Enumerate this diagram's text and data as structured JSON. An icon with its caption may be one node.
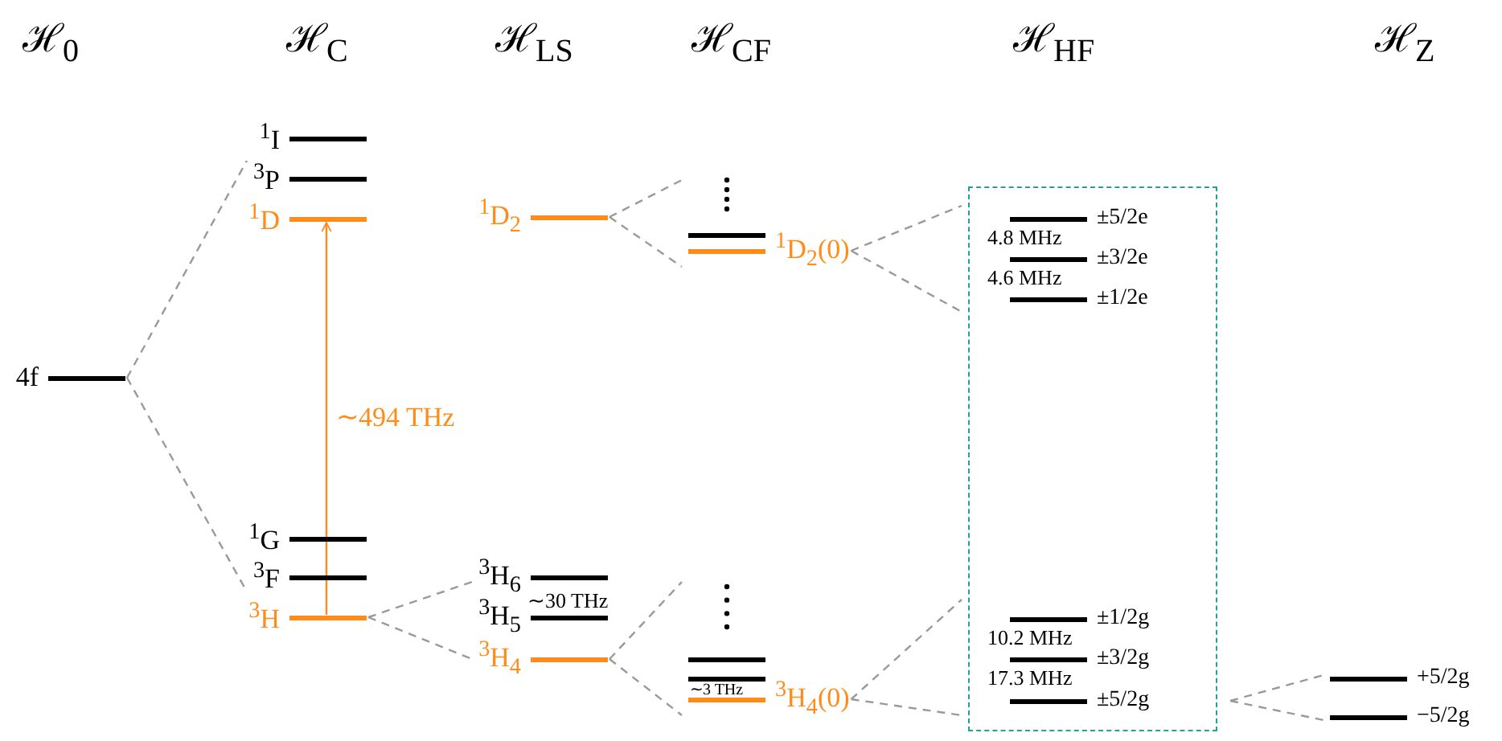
{
  "diagram": {
    "nodes": [
      {
        "text": [
          "4f"
        ]
      },
      {
        "text": [
          "$^{1}$I"
        ]
      },
      {
        "text": [
          "$^{3}$P"
        ]
      },
      {
        "text": [
          "$^{1}$D"
        ]
      },
      {
        "text": [
          "$^{1}$G"
        ]
      },
      {
        "text": [
          "$^{3}$F"
        ]
      },
      {
        "text": [
          "$^{3}$H"
        ]
      },
      {
        "text": [
          "$^{1}$D$_{2}$"
        ]
      },
      {
        "text": [
          "$^{3}$H$_{6}$"
        ]
      },
      {
        "text": [
          "$^{3}$H$_{5}$"
        ]
      },
      {
        "text": [
          "$^{3}$H$_{4}$"
        ]
      },
      {
        "text": [],
        "shape": "bar"
      },
      {
        "text": [
          "$^{1}$D$_{2}$(0)"
        ]
      },
      {
        "text": [],
        "shape": "bar"
      },
      {
        "text": [],
        "shape": "bar"
      },
      {
        "text": [
          "$^{3}$H$_{4}$(0)"
        ]
      },
      {
        "text": [],
        "shape": "box"
      },
      {
        "text": [
          "±5/2e"
        ],
        "in": 16
      },
      {
        "text": [
          "±3/2e"
        ],
        "in": 16
      },
      {
        "text": [
          "±1/2e"
        ],
        "in": 16
      },
      {
        "text": [
          "±1/2g"
        ],
        "in": 16
      },
      {
        "text": [
          "±3/2g"
        ],
        "in": 16
      },
      {
        "text": [
          "±5/2g"
        ],
        "in": 16
      },
      {
        "text": [
          "+5/2g"
        ]
      },
      {
        "text": [
          "−5/2g"
        ]
      }
    ],
    "edges": [
      {
        "from": 0,
        "to": 2,
        "arrow": "none",
        "style": "dashed"
      },
      {
        "from": 0,
        "to": 5,
        "arrow": "none",
        "style": "dashed"
      },
      {
        "from": 6,
        "to": 3,
        "arrow": "to",
        "label": "∼494 THz",
        "color": "#ff8c1a"
      },
      {
        "from": 6,
        "to": 8,
        "arrow": "none",
        "style": "dashed"
      },
      {
        "from": 6,
        "to": 10,
        "arrow": "none",
        "style": "dashed"
      },
      {
        "from": 7,
        "to": 11,
        "arrow": "none",
        "style": "dashed"
      },
      {
        "from": 7,
        "to": 12,
        "arrow": "none",
        "style": "dashed"
      },
      {
        "from": 10,
        "to": 13,
        "arrow": "none",
        "style": "dashed"
      },
      {
        "from": 10,
        "to": 15,
        "arrow": "none",
        "style": "dashed"
      },
      {
        "from": 12,
        "to": 16,
        "arrow": "none",
        "style": "dashed"
      },
      {
        "from": 12,
        "to": 16,
        "arrow": "none",
        "style": "dashed"
      },
      {
        "from": 15,
        "to": 16,
        "arrow": "none",
        "style": "dashed"
      },
      {
        "from": 15,
        "to": 16,
        "arrow": "none",
        "style": "dashed"
      },
      {
        "from": 22,
        "to": 23,
        "arrow": "none",
        "style": "dashed"
      },
      {
        "from": 22,
        "to": 24,
        "arrow": "none",
        "style": "dashed"
      }
    ],
    "labels": [
      "ℋ$_{0}$",
      "ℋ$_{C}$",
      "ℋ$_{LS}$",
      "ℋ$_{CF}$",
      "ℋ$_{HF}$",
      "ℋ$_{Z}$",
      "4.8 MHz",
      "4.6 MHz",
      "∼30 THz",
      "10.2 MHz",
      "17.3 MHz",
      "∼3 THz"
    ]
  }
}
